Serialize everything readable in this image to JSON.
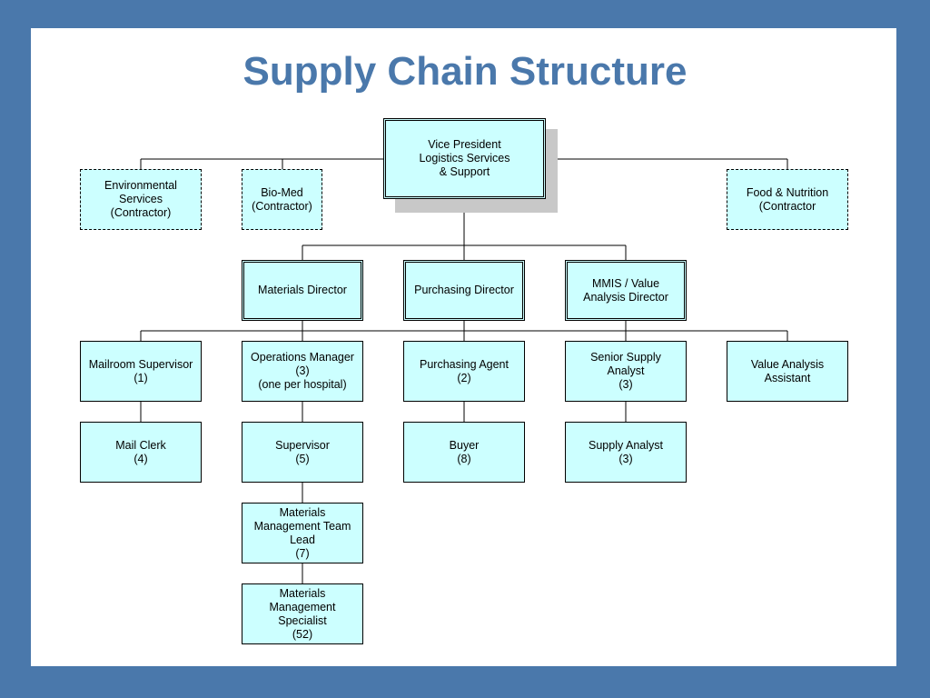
{
  "slide": {
    "title": "Supply Chain Structure",
    "colors": {
      "frame": "#4a78ab",
      "title": "#4a78ab",
      "box_fill": "#ccffff"
    }
  },
  "org": {
    "vp": "Vice President\nLogistics Services\n& Support",
    "contractors": {
      "environmental": "Environmental\nServices\n(Contractor)",
      "biomed": "Bio-Med\n(Contractor)",
      "food": "Food & Nutrition\n(Contractor"
    },
    "directors": {
      "materials": "Materials Director",
      "purchasing": "Purchasing Director",
      "mmis": "MMIS / Value\nAnalysis Director"
    },
    "staff": {
      "mailroom_supervisor": "Mailroom Supervisor\n(1)",
      "operations_manager": "Operations Manager\n(3)\n(one per hospital)",
      "purchasing_agent": "Purchasing Agent\n(2)",
      "senior_supply_analyst": "Senior Supply\nAnalyst\n(3)",
      "value_analysis_assistant": "Value Analysis\nAssistant",
      "mail_clerk": "Mail Clerk\n(4)",
      "supervisor": "Supervisor\n(5)",
      "buyer": "Buyer\n(8)",
      "supply_analyst": "Supply Analyst\n(3)",
      "team_lead": "Materials\nManagement Team\nLead\n(7)",
      "specialist": "Materials\nManagement\nSpecialist\n(52)"
    }
  }
}
